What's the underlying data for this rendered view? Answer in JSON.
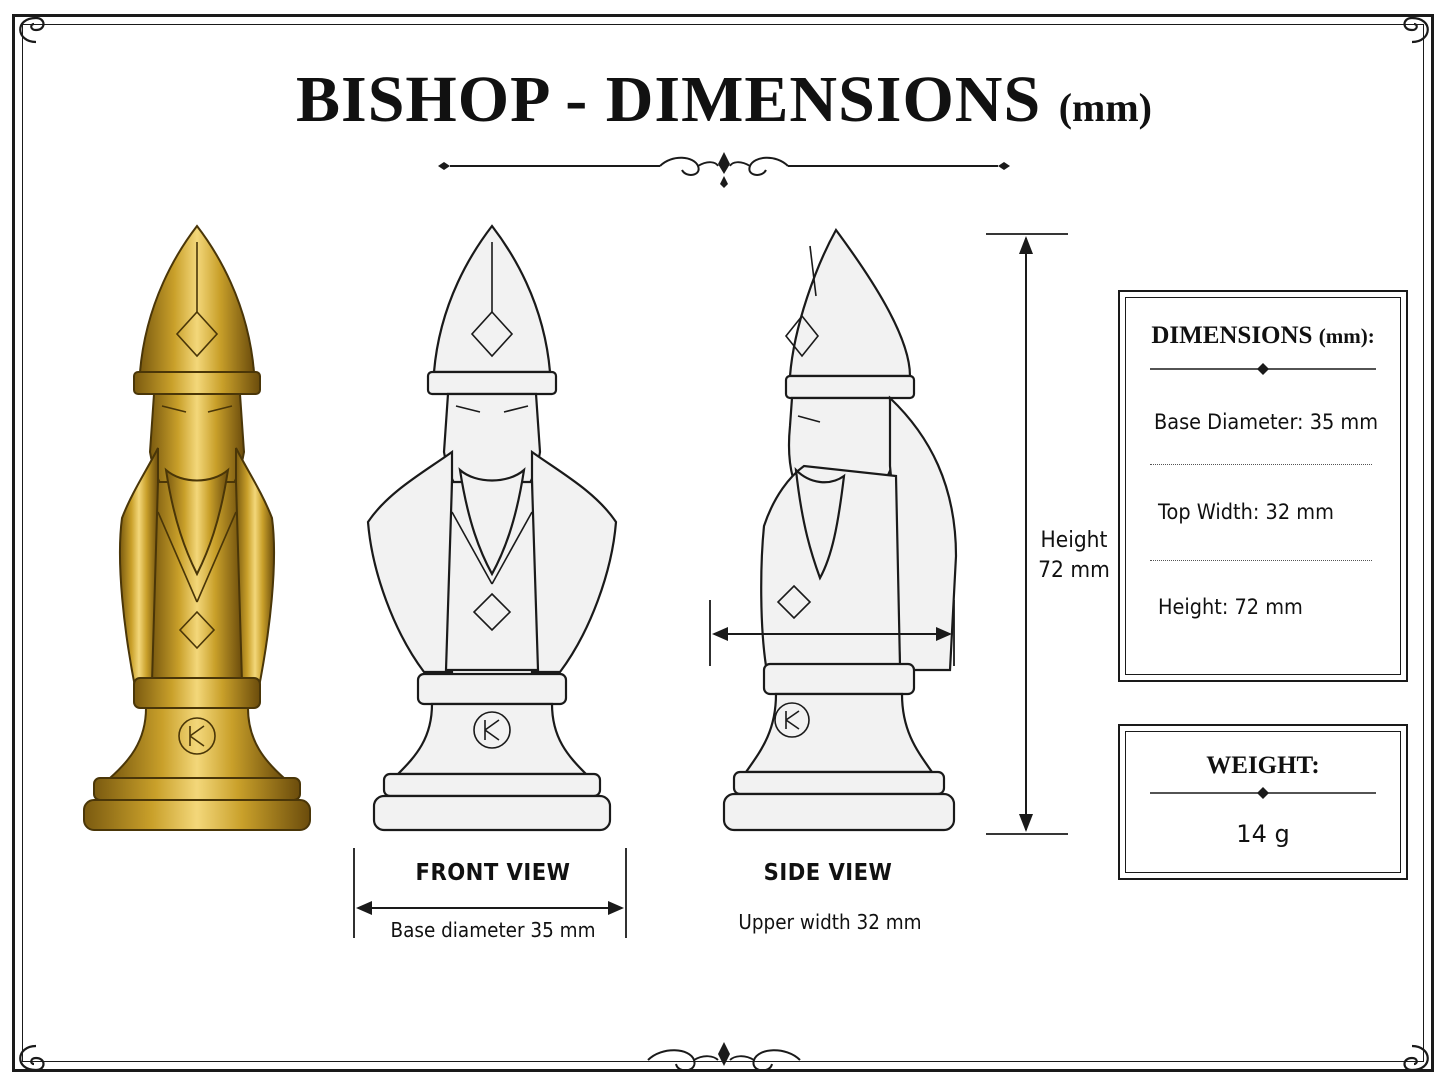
{
  "title": {
    "main": "BISHOP - DIMENSIONS",
    "unit": "(mm)"
  },
  "front_view": {
    "title": "FRONT VIEW",
    "caption": "Base diameter 35 mm"
  },
  "side_view": {
    "title": "SIDE VIEW",
    "caption": "Upper width 32 mm"
  },
  "height_dimension": {
    "line1": "Height",
    "line2": "72 mm"
  },
  "dimensions_box": {
    "title": "DIMENSIONS",
    "unit": "(mm):",
    "rows": [
      "Base Diameter: 35 mm",
      "Top Width:  32 mm",
      "Height: 72 mm"
    ]
  },
  "weight_box": {
    "title": "WEIGHT:",
    "value": "14 g"
  },
  "colors": {
    "ink": "#1a1a1a",
    "gold_light": "#f3d77a",
    "gold_mid": "#c9a02a",
    "gold_dark": "#7a5a10",
    "sketch_fill": "#f2f2f2",
    "background": "#ffffff"
  },
  "icons": {
    "ornament": "flourish-ornament",
    "corner": "corner-scroll-ornament",
    "base_emblem": "rune-emblem"
  }
}
